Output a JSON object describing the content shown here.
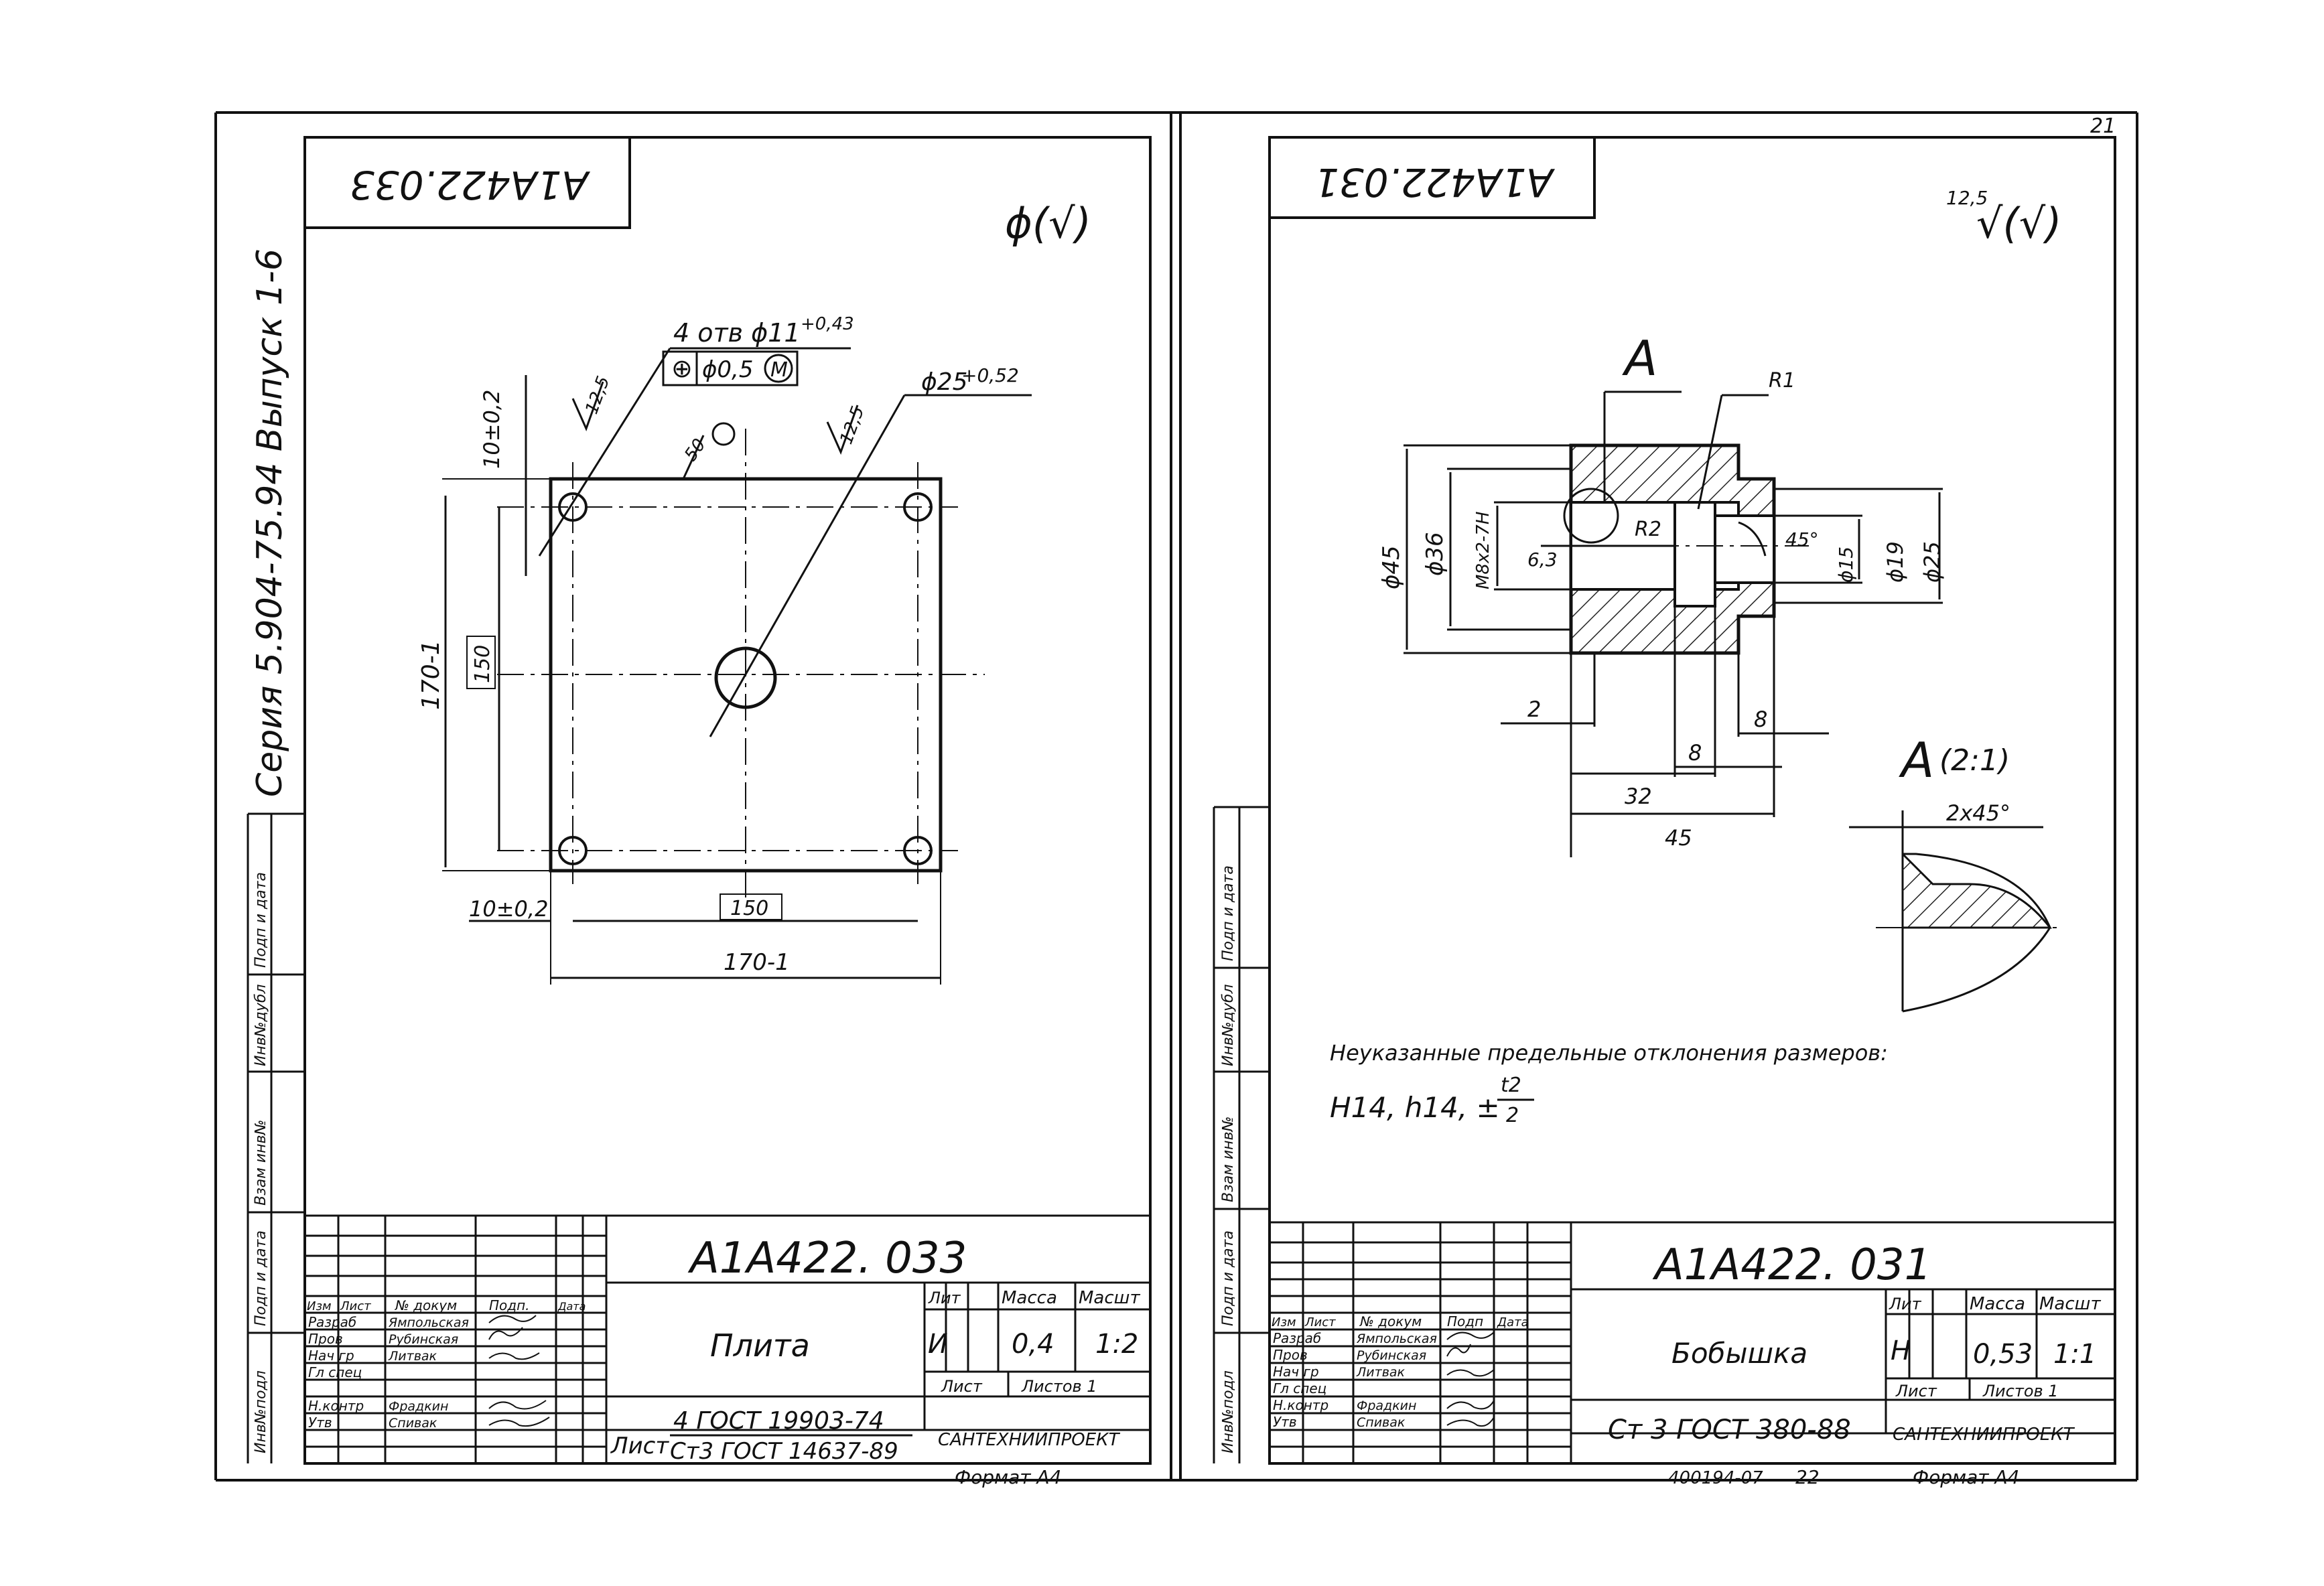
{
  "page_number": "21",
  "left_sheet": {
    "code_rotated": "A1A422.033",
    "series_text": "Серия 5.904-75.94 Выпуск 1-6",
    "surface_mark": "ϕ(√)",
    "holes_note": "4 отв ϕ11",
    "holes_tolerance": "+0,43",
    "position_frame": [
      "⊕",
      "ϕ0,5",
      "M"
    ],
    "dims": {
      "d_center": "ϕ25",
      "d_center_tol": "+0,52",
      "roughness_1": "12,5",
      "roughness_2": "12,5",
      "dim_50": "50",
      "dim_10_top": "10±0,2",
      "dim_170_v": "170-1",
      "dim_150_v": "150",
      "dim_10_bottom": "10±0,2",
      "dim_150_h": "150",
      "dim_170_h": "170-1"
    },
    "side_strip": [
      "Инв№подл",
      "Подп и дата",
      "Взам инв№",
      "Инв№дубл",
      "Подп и дата"
    ],
    "title_block": {
      "code": "A1A422. 033",
      "name": "Плита",
      "lit_header": "Лит",
      "mass_header": "Масса",
      "scale_header": "Масшт",
      "lit": "И",
      "mass": "0,4",
      "scale": "1:2",
      "sheet_label": "Лист",
      "sheets_label": "Листов 1",
      "material_label": "Лист",
      "material_top": "4 ГОСТ 19903-74",
      "material_bottom": "Ст3 ГОСТ 14637-89",
      "org": "САНТЕХНИИПРОЕКТ",
      "format": "Формат А4",
      "head_cols": [
        "Изм",
        "Лист",
        "№ докум",
        "Подп.",
        "Дата"
      ],
      "roles": [
        "Разраб",
        "Пров",
        "Нач гр",
        "Гл спец",
        "Н.контр",
        "Утв"
      ],
      "names": [
        "Ямпольская",
        "Рубинская",
        "Литвак",
        "",
        "Фрадкин",
        "Спивак"
      ]
    }
  },
  "right_sheet": {
    "code_rotated": "A1A422.031",
    "surface_mark_value": "12,5",
    "surface_mark": "√(√)",
    "section_label": "A",
    "detail_label": "A",
    "detail_scale": "(2:1)",
    "chamfer": "2x45°",
    "dims": {
      "r1": "R1",
      "r2": "R2",
      "d45": "ϕ45",
      "d36": "ϕ36",
      "thread": "M8x2-7H",
      "roughness": "6,3",
      "angle": "45°",
      "d15": "ϕ15",
      "d19": "ϕ19",
      "d25": "ϕ25",
      "len2": "2",
      "len8_right": "8",
      "len8": "8",
      "len32": "32",
      "len45": "45"
    },
    "note_line1": "Неуказанные предельные отклонения размеров:",
    "note_line2": "H14, h14, ±",
    "note_frac_top": "t2",
    "note_frac_bottom": "2",
    "side_strip": [
      "Инв№подл",
      "Подп и дата",
      "Взам инв№",
      "Инв№дубл",
      "Подп и дата"
    ],
    "title_block": {
      "code": "A1A422. 031",
      "name": "Бобышка",
      "lit_header": "Лит",
      "mass_header": "Масса",
      "scale_header": "Масшт",
      "lit": "Н",
      "mass": "0,53",
      "scale": "1:1",
      "sheet_label": "Лист",
      "sheets_label": "Листов 1",
      "material": "Ст 3 ГОСТ 380-88",
      "org": "САНТЕХНИИПРОЕКТ",
      "format": "Формат А4",
      "bottom_code": "400194-07",
      "bottom_num": "22",
      "head_cols": [
        "Изм",
        "Лист",
        "№ докум",
        "Подп",
        "Дата"
      ],
      "roles": [
        "Разраб",
        "Пров",
        "Нач гр",
        "Гл спец",
        "Н.контр",
        "Утв"
      ],
      "names": [
        "Ямпольская",
        "Рубинская",
        "Литвак",
        "",
        "Фрадкин",
        "Спивак"
      ]
    }
  }
}
